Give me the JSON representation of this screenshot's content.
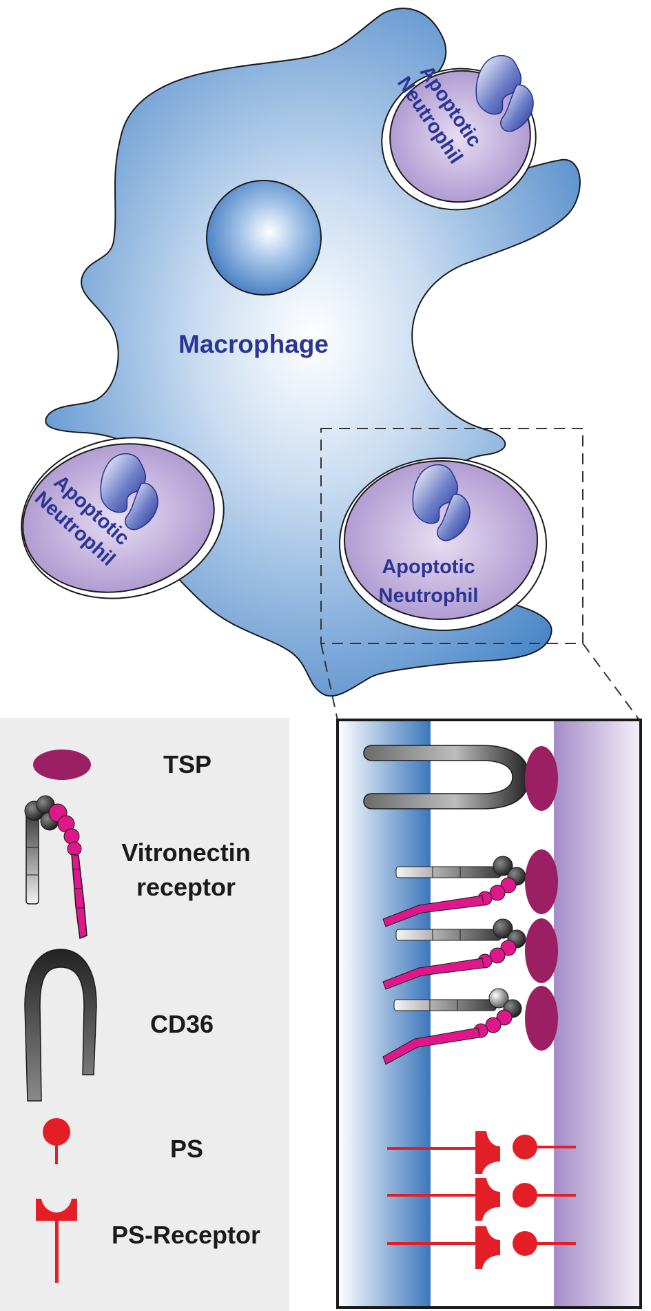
{
  "labels": {
    "macrophage": "Macrophage",
    "neutrophil_top": [
      "Apoptotic",
      "Neutrophil"
    ],
    "neutrophil_left": [
      "Apoptotic",
      "Neutrophil"
    ],
    "neutrophil_right": [
      "Apoptotic",
      "Neutrophil"
    ]
  },
  "legend": {
    "tsp": "TSP",
    "vitronectin": [
      "Vitronectin",
      "receptor"
    ],
    "cd36": "CD36",
    "ps": "PS",
    "ps_receptor": "PS-Receptor"
  },
  "colors": {
    "macrophage": "#4a86c8",
    "neutrophil": "#b7a3d4",
    "nucleus": "#2a3ea0",
    "tsp": "#9b1f63",
    "vitronectin_pink": "#e0178a",
    "ps": "#e41e26",
    "legend_bg": "#ededed",
    "label_text": "#2b3595"
  }
}
